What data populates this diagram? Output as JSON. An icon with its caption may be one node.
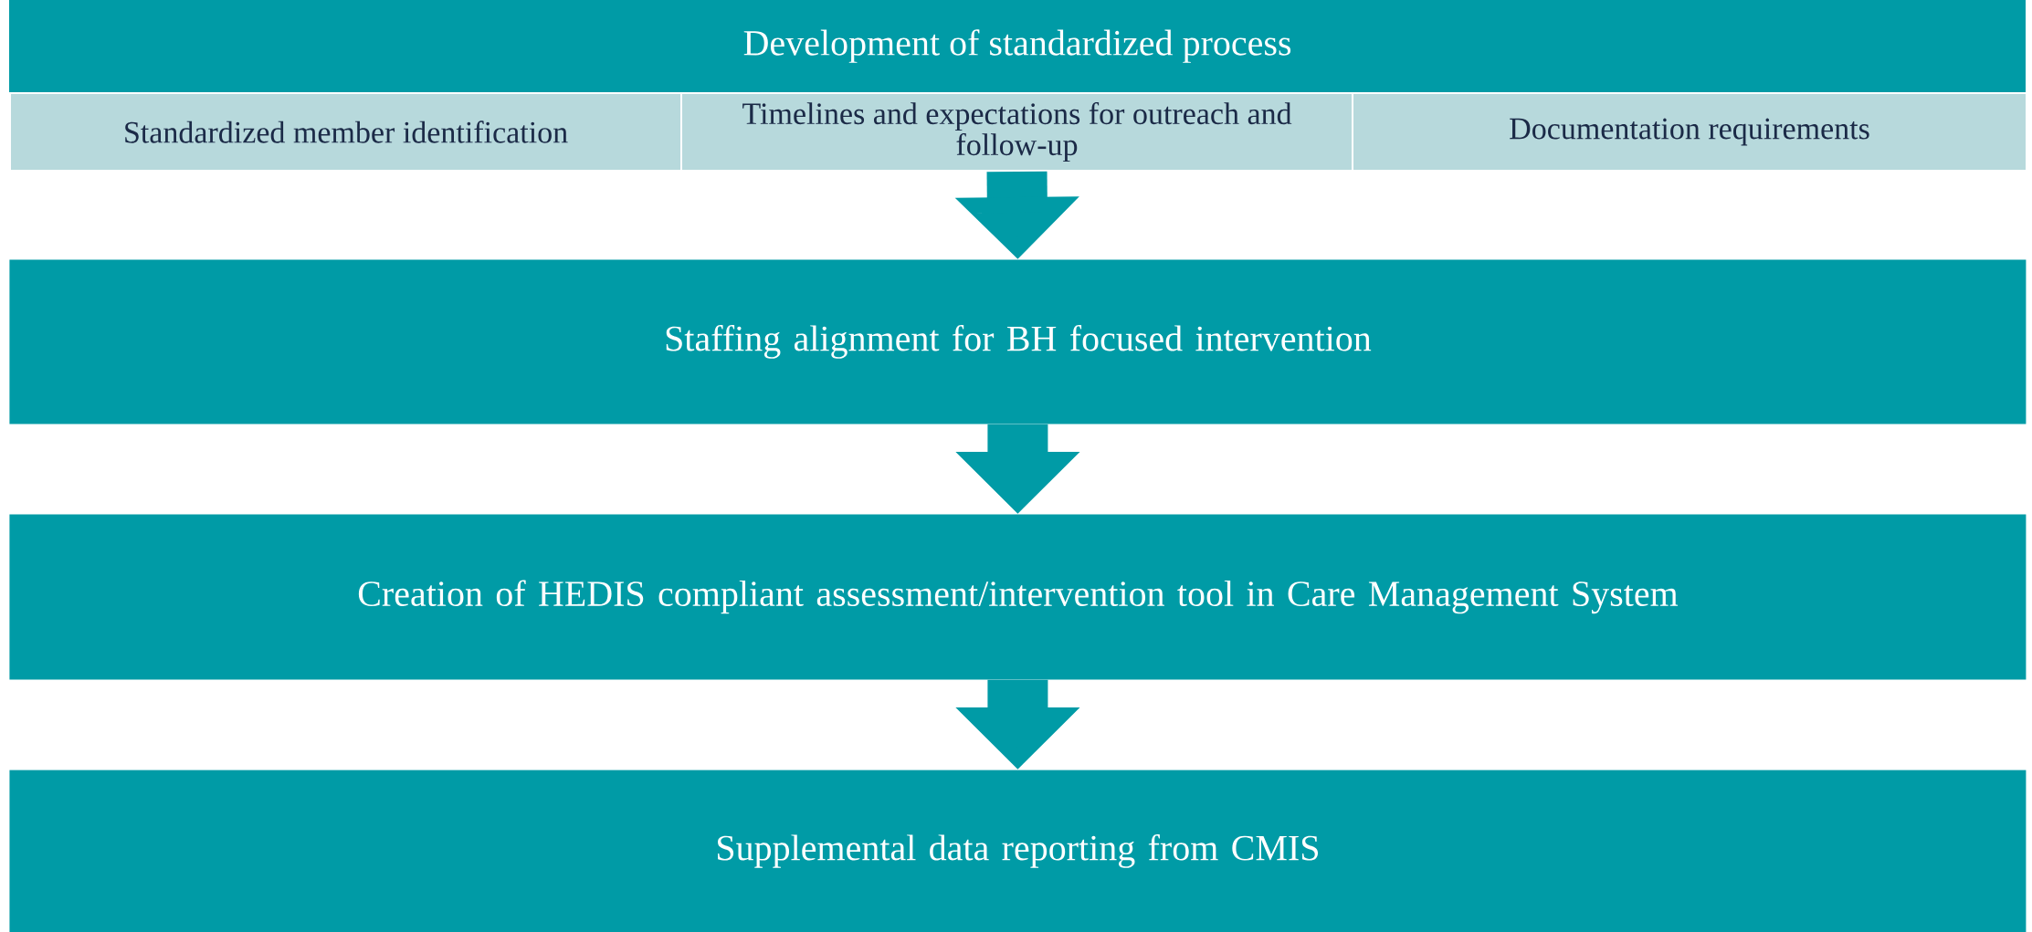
{
  "diagram": {
    "nodes": [
      {
        "text": [
          "Development of standardized process"
        ]
      },
      {
        "text": [
          "Standardized member identification"
        ]
      },
      {
        "text": [
          "Timelines and expectations for outreach and follow-up"
        ]
      },
      {
        "text": [
          "Documentation requirements"
        ]
      },
      {
        "text": [
          "Staffing alignment for BH focused intervention"
        ]
      },
      {
        "text": [
          "Creation of HEDIS compliant assessment/intervention tool in Care Management System"
        ]
      },
      {
        "text": [
          "Supplemental data reporting from CMIS"
        ]
      }
    ],
    "edges": [
      {
        "from": 2,
        "to": 4,
        "arrow": "to"
      },
      {
        "from": 4,
        "to": 5,
        "arrow": "to"
      },
      {
        "from": 5,
        "to": 6,
        "arrow": "to"
      }
    ]
  }
}
